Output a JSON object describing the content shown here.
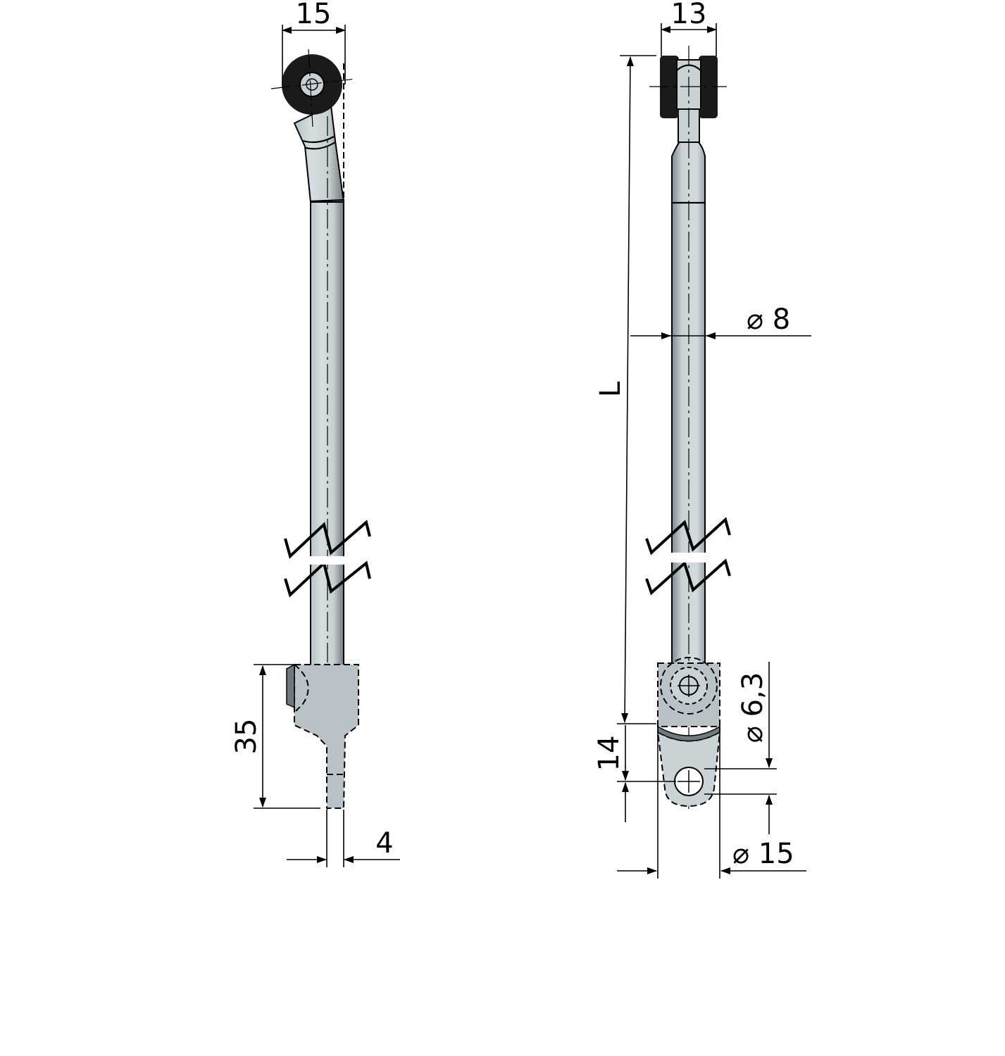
{
  "drawing": {
    "colors": {
      "steel_light": "#d4dcdf",
      "steel_mid": "#b7c1c5",
      "steel_dark": "#6f7a7e",
      "roller": "#1a1a1a",
      "line": "#000000"
    },
    "side_view": {
      "dim_top": "15",
      "dim_height": "35",
      "dim_bottom": "4"
    },
    "front_view": {
      "dim_top": "13",
      "dim_length": "L",
      "dim_rod_diameter": "⌀ 8",
      "dim_pin_diameter": "⌀ 6,3",
      "dim_eye": "14",
      "dim_eye_diameter": "⌀ 15"
    }
  }
}
